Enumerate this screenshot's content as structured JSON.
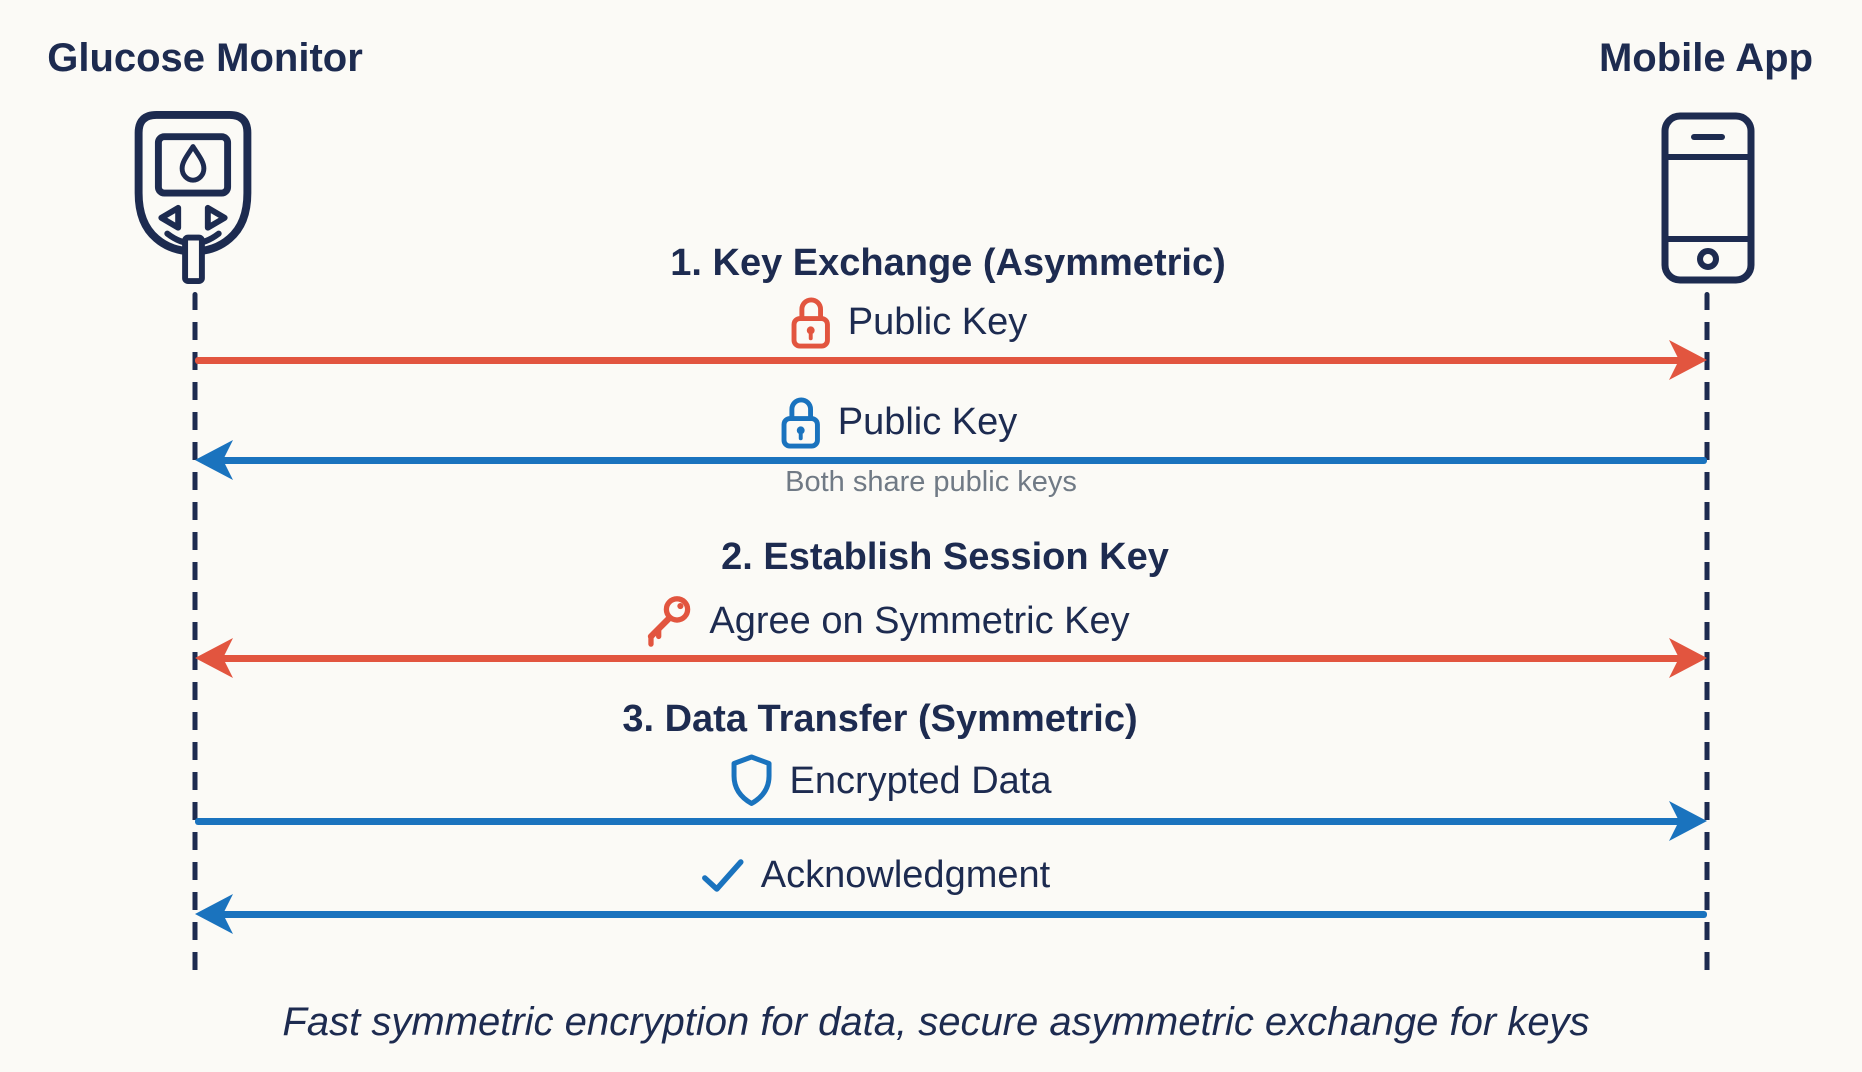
{
  "colors": {
    "navy": "#1d2b50",
    "red": "#e2553f",
    "blue": "#1a73be",
    "note_gray": "#707a85",
    "background": "#fbfaf6"
  },
  "actors": {
    "left": {
      "label": "Glucose Monitor",
      "icon": "glucose-monitor-icon"
    },
    "right": {
      "label": "Mobile App",
      "icon": "smartphone-icon"
    }
  },
  "sections": [
    {
      "title": "1. Key Exchange (Asymmetric)",
      "messages": [
        {
          "label": "Public Key",
          "icon": "lock-icon",
          "icon_color": "#e2553f",
          "arrow_color": "#e2553f",
          "direction": "left-to-right"
        },
        {
          "label": "Public Key",
          "icon": "lock-icon",
          "icon_color": "#1a73be",
          "arrow_color": "#1a73be",
          "direction": "right-to-left",
          "note": "Both share public keys"
        }
      ]
    },
    {
      "title": "2. Establish Session Key",
      "messages": [
        {
          "label": "Agree on Symmetric Key",
          "icon": "key-icon",
          "icon_color": "#e2553f",
          "arrow_color": "#e2553f",
          "direction": "bidirectional"
        }
      ]
    },
    {
      "title": "3. Data Transfer (Symmetric)",
      "messages": [
        {
          "label": "Encrypted Data",
          "icon": "shield-icon",
          "icon_color": "#1a73be",
          "arrow_color": "#1a73be",
          "direction": "left-to-right"
        },
        {
          "label": "Acknowledgment",
          "icon": "check-icon",
          "icon_color": "#1a73be",
          "arrow_color": "#1a73be",
          "direction": "right-to-left"
        }
      ]
    }
  ],
  "caption": "Fast symmetric encryption for data, secure asymmetric exchange for keys"
}
